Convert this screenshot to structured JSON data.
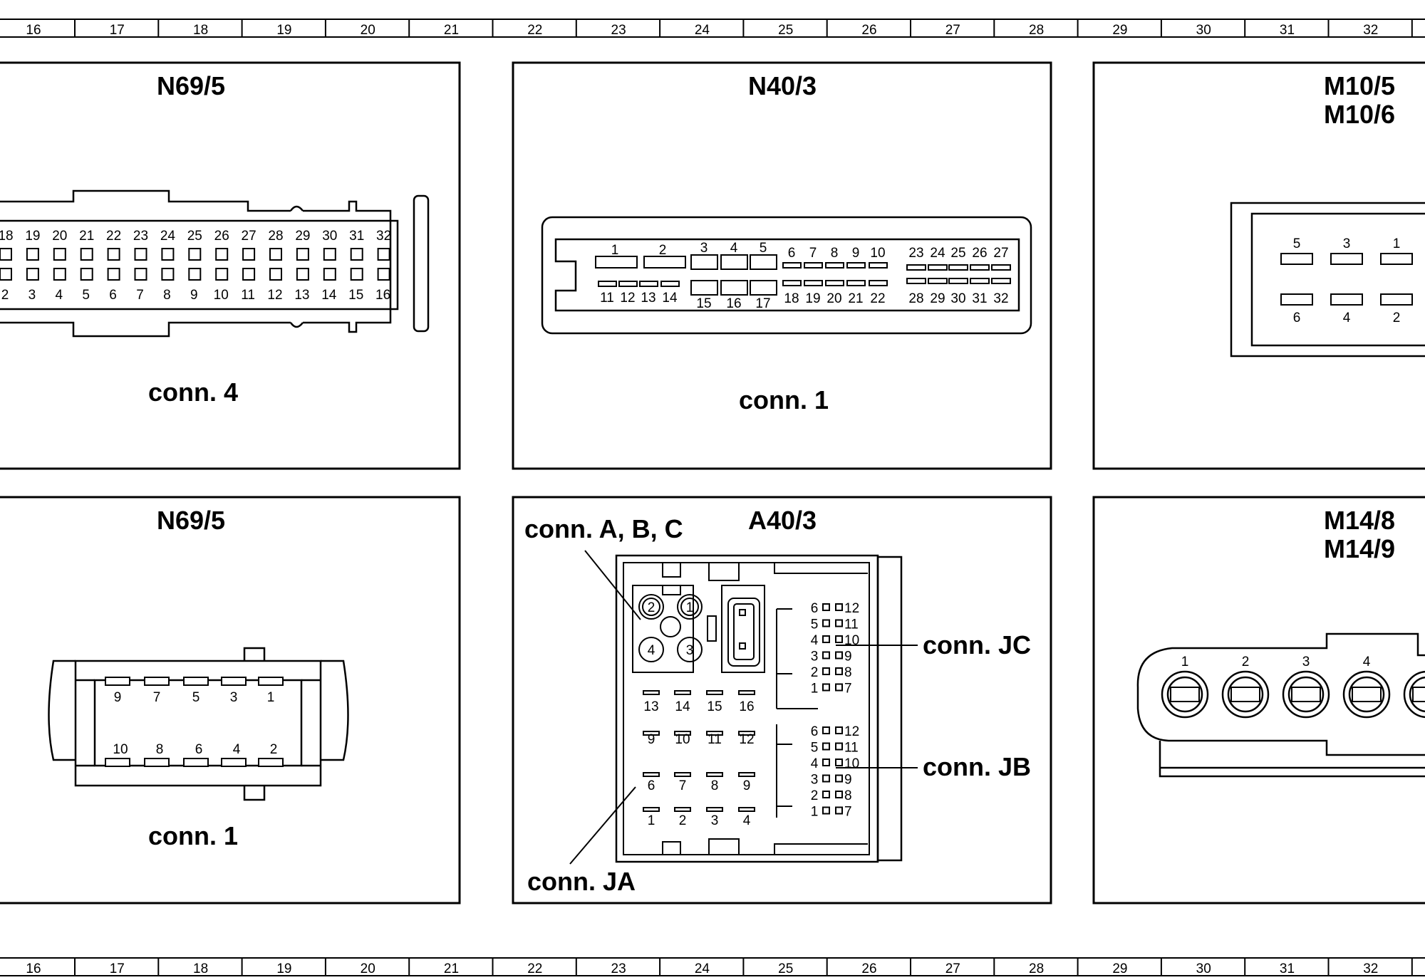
{
  "ruler": {
    "numbers": [
      "16",
      "17",
      "18",
      "19",
      "20",
      "21",
      "22",
      "23",
      "24",
      "25",
      "26",
      "27",
      "28",
      "29",
      "30",
      "31",
      "32"
    ]
  },
  "panels": {
    "n69_5_conn4": {
      "title": "N69/5",
      "conn_label": "conn. 4",
      "top_row": [
        "18",
        "19",
        "20",
        "21",
        "22",
        "23",
        "24",
        "25",
        "26",
        "27",
        "28",
        "29",
        "30",
        "31",
        "32"
      ],
      "bottom_row": [
        "2",
        "3",
        "4",
        "5",
        "6",
        "7",
        "8",
        "9",
        "10",
        "11",
        "12",
        "13",
        "14",
        "15",
        "16"
      ]
    },
    "n40_3_conn1": {
      "title": "N40/3",
      "conn_label": "conn. 1",
      "top_large": [
        "1",
        "2"
      ],
      "top_mid": [
        "3",
        "4",
        "5"
      ],
      "top_small": [
        "6",
        "7",
        "8",
        "9",
        "10"
      ],
      "top_right": [
        "23",
        "24",
        "25",
        "26",
        "27"
      ],
      "bottom_left": [
        "11",
        "12",
        "13",
        "14"
      ],
      "bottom_mid": [
        "15",
        "16",
        "17"
      ],
      "bottom_small": [
        "18",
        "19",
        "20",
        "21",
        "22"
      ],
      "bottom_right": [
        "28",
        "29",
        "30",
        "31",
        "32"
      ]
    },
    "m10": {
      "title_line1": "M10/5",
      "title_line2": "M10/6",
      "top_row": [
        "5",
        "3",
        "1"
      ],
      "bottom_row": [
        "6",
        "4",
        "2"
      ]
    },
    "n69_5_conn1": {
      "title": "N69/5",
      "conn_label": "conn. 1",
      "top_row": [
        "9",
        "7",
        "5",
        "3",
        "1"
      ],
      "bottom_row": [
        "10",
        "8",
        "6",
        "4",
        "2"
      ]
    },
    "a40_3": {
      "title": "A40/3",
      "label_abc": "conn. A, B, C",
      "label_jc": "conn. JC",
      "label_jb": "conn. JB",
      "label_ja": "conn. JA",
      "round_pins": [
        "2",
        "1",
        "4",
        "3"
      ],
      "ja_rows": [
        [
          "13",
          "14",
          "15",
          "16"
        ],
        [
          "9",
          "10",
          "11",
          "12"
        ],
        [
          "6",
          "7",
          "8",
          "9"
        ],
        [
          "1",
          "2",
          "3",
          "4"
        ]
      ],
      "jc_left": [
        "6",
        "5",
        "4",
        "3",
        "2",
        "1"
      ],
      "jc_right": [
        "12",
        "11",
        "10",
        "9",
        "8",
        "7"
      ],
      "jb_left": [
        "6",
        "5",
        "4",
        "3",
        "2",
        "1"
      ],
      "jb_right": [
        "12",
        "11",
        "10",
        "9",
        "8",
        "7"
      ]
    },
    "m14": {
      "title_line1": "M14/8",
      "title_line2": "M14/9",
      "pins": [
        "1",
        "2",
        "3",
        "4"
      ]
    }
  }
}
